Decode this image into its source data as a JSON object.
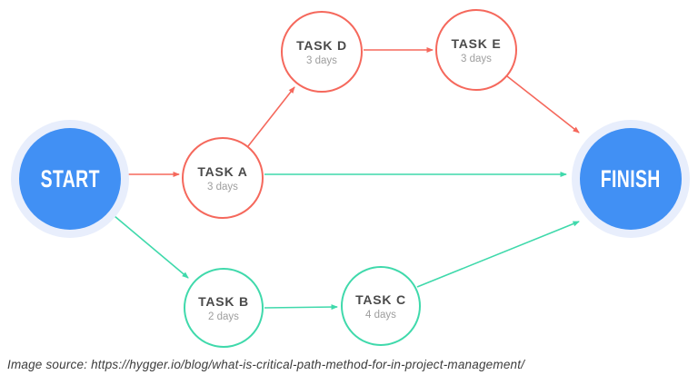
{
  "diagram": {
    "type": "cpm-network",
    "nodes": {
      "start": {
        "label": "START",
        "role": "terminal"
      },
      "task_a": {
        "label": "TASK A",
        "duration": "3 days",
        "path": "critical"
      },
      "task_d": {
        "label": "TASK D",
        "duration": "3 days",
        "path": "critical"
      },
      "task_e": {
        "label": "TASK E",
        "duration": "3 days",
        "path": "critical"
      },
      "task_b": {
        "label": "TASK B",
        "duration": "2 days",
        "path": "noncritical"
      },
      "task_c": {
        "label": "TASK C",
        "duration": "4 days",
        "path": "noncritical"
      },
      "finish": {
        "label": "FINISH",
        "role": "terminal"
      }
    },
    "edges": [
      {
        "from": "start",
        "to": "task_a",
        "path": "critical"
      },
      {
        "from": "task_a",
        "to": "task_d",
        "path": "critical"
      },
      {
        "from": "task_d",
        "to": "task_e",
        "path": "critical"
      },
      {
        "from": "task_e",
        "to": "finish",
        "path": "critical"
      },
      {
        "from": "task_a",
        "to": "finish",
        "path": "noncritical"
      },
      {
        "from": "start",
        "to": "task_b",
        "path": "noncritical"
      },
      {
        "from": "task_b",
        "to": "task_c",
        "path": "noncritical"
      },
      {
        "from": "task_c",
        "to": "finish",
        "path": "noncritical"
      }
    ],
    "colors": {
      "critical": "#f5685c",
      "noncritical": "#3fd9ab",
      "terminal_fill": "#4190f4",
      "terminal_halo": "#e8eefc"
    }
  },
  "caption": "Image source: https://hygger.io/blog/what-is-critical-path-method-for-in-project-management/"
}
